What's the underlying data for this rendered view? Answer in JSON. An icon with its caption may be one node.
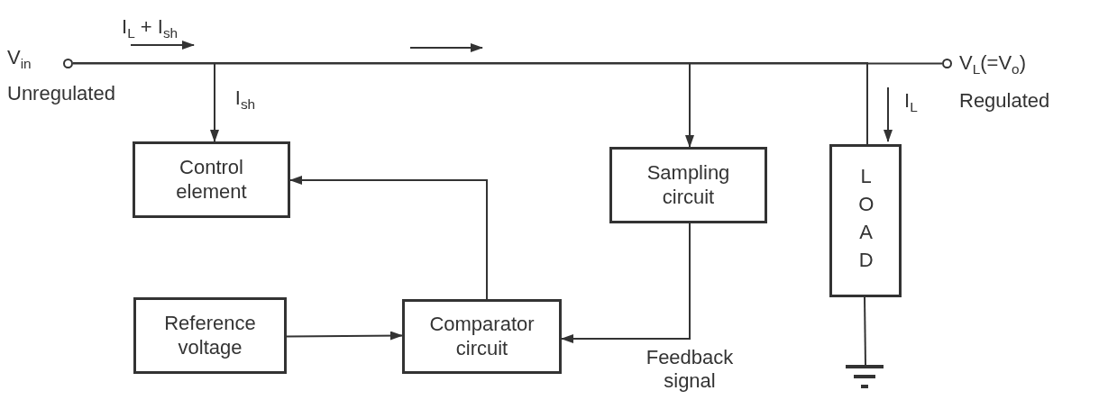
{
  "diagram": {
    "nodes": [
      {
        "text": [],
        "shape": "circle",
        "beside": [
          "V$_{in}$",
          "Unregulated"
        ]
      },
      {
        "text": [
          "Control element"
        ]
      },
      {
        "text": [
          "Sampling circuit"
        ]
      },
      {
        "text": [
          "LOAD"
        ]
      },
      {
        "text": [],
        "shape": "circle",
        "beside": [
          "V$_{L}$(=V$_{o}$)",
          "Regulated"
        ]
      },
      {
        "text": [
          "Reference voltage"
        ]
      },
      {
        "text": [
          "Comparator circuit"
        ]
      },
      {
        "text": [],
        "shape": "ground"
      }
    ],
    "edges": [
      {
        "from": 0,
        "to": 4,
        "arrow": "none"
      },
      {
        "from": 0,
        "to": 1,
        "arrow": "to",
        "label": "I$_{sh}$"
      },
      {
        "from": 0,
        "to": 2,
        "arrow": "to"
      },
      {
        "from": 0,
        "to": 3,
        "arrow": "none"
      },
      {
        "from": 6,
        "to": 1,
        "arrow": "to"
      },
      {
        "from": 5,
        "to": 6,
        "arrow": "to"
      },
      {
        "from": 2,
        "to": 6,
        "arrow": "to",
        "label": "Feedback signal"
      },
      {
        "from": 3,
        "to": 7,
        "arrow": "none"
      }
    ],
    "labels": [
      "I$_{L}$ + I$_{sh}$",
      "I$_{L}$"
    ]
  }
}
